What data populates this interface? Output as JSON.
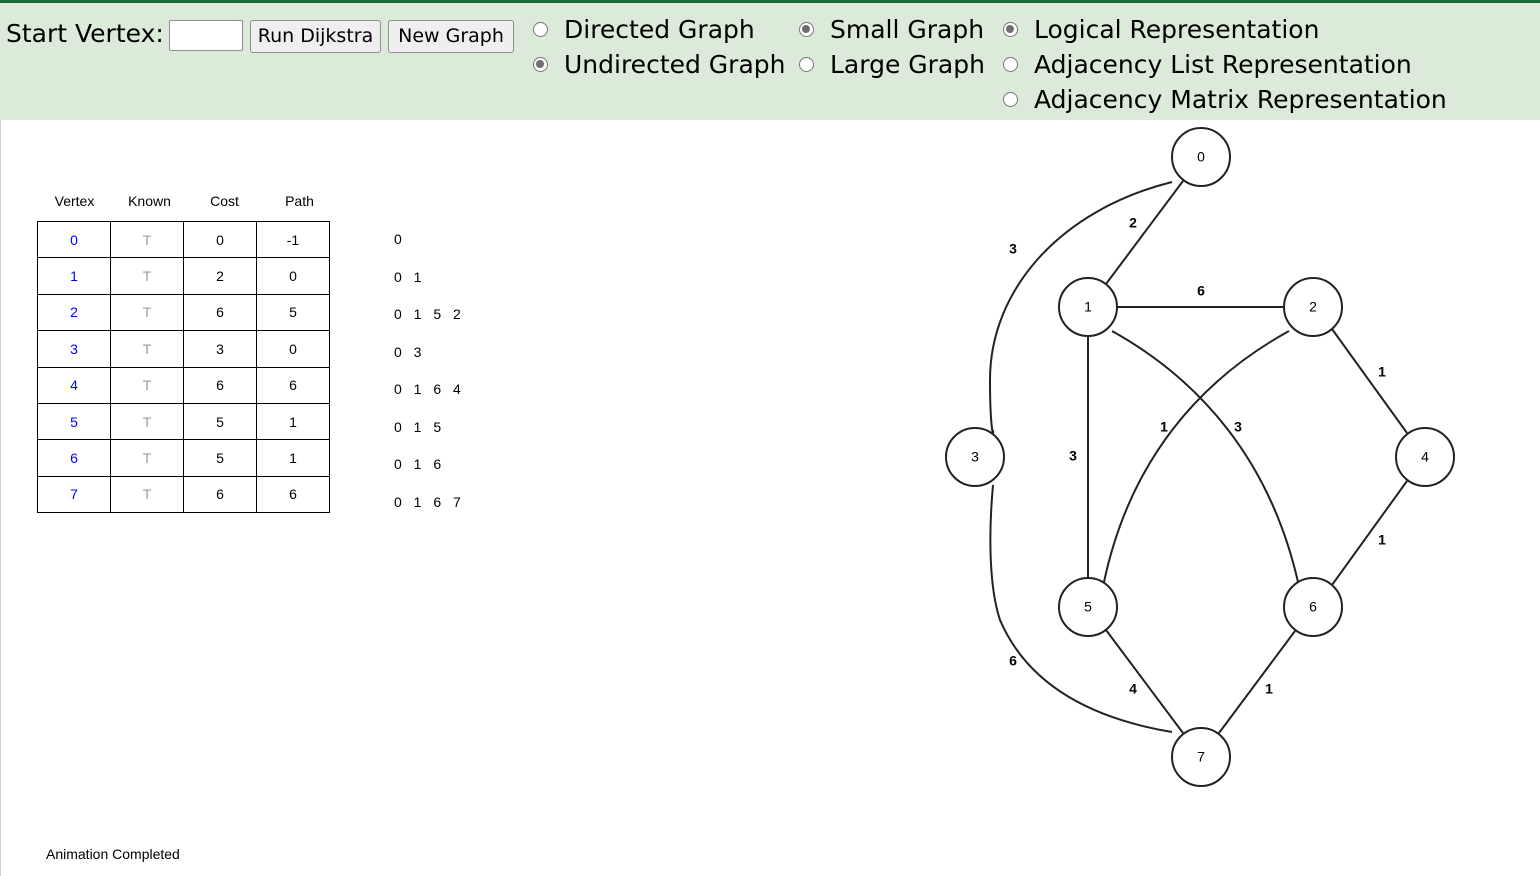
{
  "toolbar": {
    "start_vertex_label": "Start Vertex:",
    "start_vertex_value": "",
    "run_button": "Run Dijkstra",
    "new_graph_button": "New Graph",
    "graph_type": [
      {
        "label": "Directed Graph",
        "checked": false
      },
      {
        "label": "Undirected Graph",
        "checked": true
      }
    ],
    "graph_size": [
      {
        "label": "Small Graph",
        "checked": true
      },
      {
        "label": "Large Graph",
        "checked": false
      }
    ],
    "representation": [
      {
        "label": "Logical Representation",
        "checked": true
      },
      {
        "label": "Adjacency List Representation",
        "checked": false
      },
      {
        "label": "Adjacency Matrix Representation",
        "checked": false
      }
    ]
  },
  "table": {
    "headers": [
      "Vertex",
      "Known",
      "Cost",
      "Path"
    ],
    "rows": [
      {
        "vertex": "0",
        "known": "T",
        "cost": "0",
        "path": "-1",
        "route": "0"
      },
      {
        "vertex": "1",
        "known": "T",
        "cost": "2",
        "path": "0",
        "route": "0 1"
      },
      {
        "vertex": "2",
        "known": "T",
        "cost": "6",
        "path": "5",
        "route": "0 1 5 2"
      },
      {
        "vertex": "3",
        "known": "T",
        "cost": "3",
        "path": "0",
        "route": "0 3"
      },
      {
        "vertex": "4",
        "known": "T",
        "cost": "6",
        "path": "6",
        "route": "0 1 6 4"
      },
      {
        "vertex": "5",
        "known": "T",
        "cost": "5",
        "path": "1",
        "route": "0 1 5"
      },
      {
        "vertex": "6",
        "known": "T",
        "cost": "5",
        "path": "1",
        "route": "0 1 6"
      },
      {
        "vertex": "7",
        "known": "T",
        "cost": "6",
        "path": "6",
        "route": "0 1 6 7"
      }
    ]
  },
  "graph": {
    "vertices": [
      "0",
      "1",
      "2",
      "3",
      "4",
      "5",
      "6",
      "7"
    ],
    "edges": [
      {
        "from": "0",
        "to": "1",
        "weight": "2"
      },
      {
        "from": "0",
        "to": "3",
        "weight": "3"
      },
      {
        "from": "1",
        "to": "2",
        "weight": "6"
      },
      {
        "from": "1",
        "to": "5",
        "weight": "3"
      },
      {
        "from": "1",
        "to": "6",
        "weight": "3"
      },
      {
        "from": "2",
        "to": "5",
        "weight": "1"
      },
      {
        "from": "2",
        "to": "4",
        "weight": "1"
      },
      {
        "from": "3",
        "to": "7",
        "weight": "6"
      },
      {
        "from": "4",
        "to": "6",
        "weight": "1"
      },
      {
        "from": "5",
        "to": "7",
        "weight": "4"
      },
      {
        "from": "6",
        "to": "7",
        "weight": "1"
      }
    ]
  },
  "status": "Animation Completed"
}
